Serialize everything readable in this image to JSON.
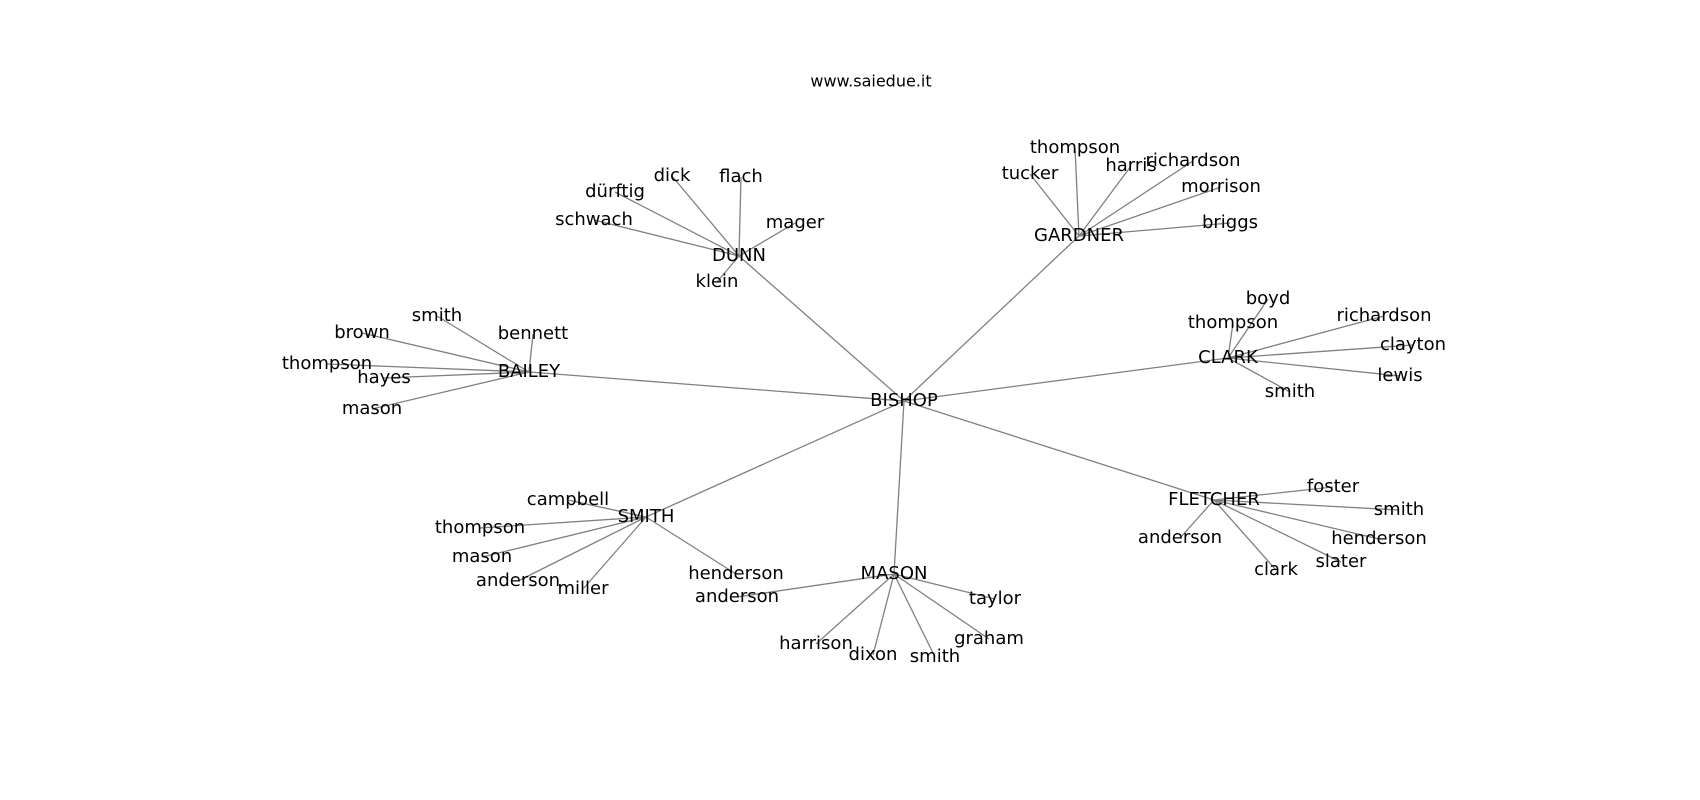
{
  "site": "www.saiedue.it",
  "center": "BISHOP",
  "clusters": [
    {
      "id": "dunn",
      "label": "DUNN",
      "leaves": [
        "flach",
        "dick",
        "dürftig",
        "schwach",
        "mager",
        "klein"
      ]
    },
    {
      "id": "gardner",
      "label": "GARDNER",
      "leaves": [
        "thompson",
        "tucker",
        "harris",
        "richardson",
        "morrison",
        "briggs"
      ]
    },
    {
      "id": "bailey",
      "label": "BAILEY",
      "leaves": [
        "smith",
        "brown",
        "bennett",
        "thompson",
        "hayes",
        "mason"
      ]
    },
    {
      "id": "clark",
      "label": "CLARK",
      "leaves": [
        "boyd",
        "thompson",
        "richardson",
        "clayton",
        "lewis",
        "smith"
      ]
    },
    {
      "id": "smith",
      "label": "SMITH",
      "leaves": [
        "campbell",
        "thompson",
        "mason",
        "anderson",
        "miller",
        "henderson"
      ]
    },
    {
      "id": "fletcher",
      "label": "FLETCHER",
      "leaves": [
        "foster",
        "smith",
        "henderson",
        "slater",
        "clark",
        "anderson"
      ]
    },
    {
      "id": "mason",
      "label": "MASON",
      "leaves": [
        "anderson",
        "taylor",
        "graham",
        "smith",
        "dixon",
        "harrison"
      ]
    }
  ]
}
